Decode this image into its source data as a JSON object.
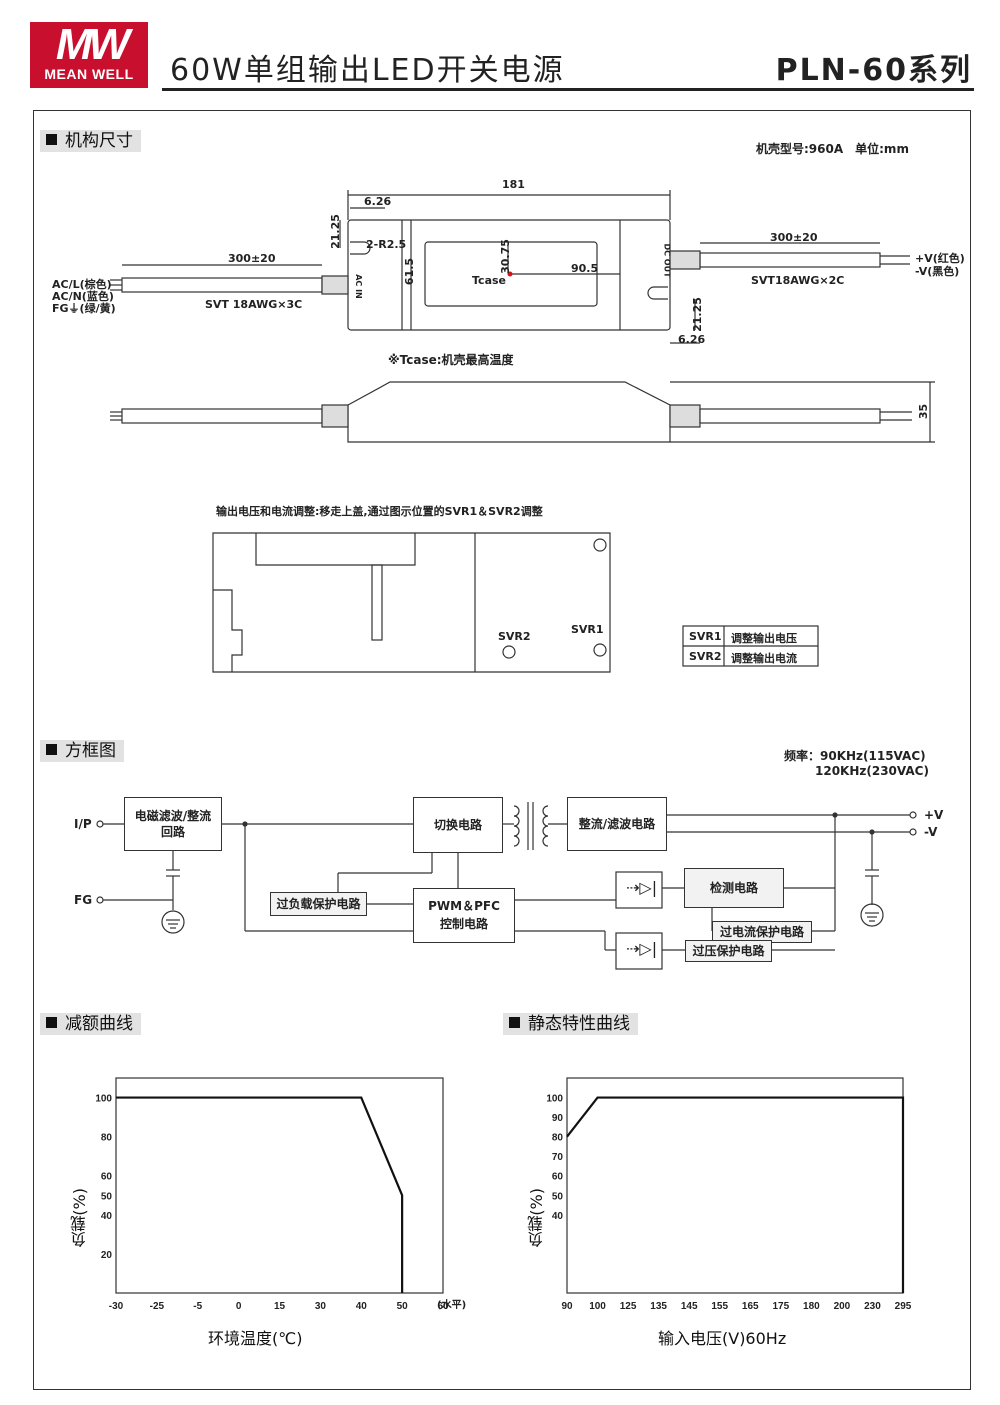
{
  "header": {
    "logo_mark": "MW",
    "logo_text": "MEAN WELL",
    "title": "60W单组输出LED开关电源",
    "series": "PLN-60系列"
  },
  "mechanical": {
    "section_title": "机构尺寸",
    "case_info": "机壳型号:960A　单位:mm",
    "dims": {
      "length": "181",
      "d626_top": "6.26",
      "d2125_left": "21.25",
      "r25": "2-R2.5",
      "d3075": "30.75",
      "d615": "61.5",
      "d905": "90.5",
      "cable_in": "300±20",
      "cable_out": "300±20",
      "d2125_right": "21.25",
      "d626_bottom": "6.26",
      "height": "35"
    },
    "labels": {
      "tcase": "Tcase",
      "acl": "AC/L(棕色)",
      "acn": "AC/N(蓝色)",
      "fg": "FG⏚(绿/黄)",
      "svt_in": "SVT 18AWG×3C",
      "svt_out": "SVT18AWG×2C",
      "vplus": "+V(红色)",
      "vminus": "-V(黑色)",
      "ac_in": "AC IN",
      "dc_out": "DC OUT",
      "tcase_note": "※Tcase:机壳最高温度"
    },
    "adjust_note": "输出电压和电流调整:移走上盖,通过图示位置的SVR1＆SVR2调整",
    "svr1_label": "SVR1",
    "svr2_label": "SVR2",
    "svr_table": [
      {
        "name": "SVR1",
        "desc": "调整输出电压"
      },
      {
        "name": "SVR2",
        "desc": "调整输出电流"
      }
    ]
  },
  "block": {
    "section_title": "方框图",
    "freq_line1": "频率：90KHz(115VAC)",
    "freq_line2": "120KHz(230VAC)",
    "ip": "I/P",
    "fg": "FG",
    "emi": "电磁滤波/整流\n回路",
    "switching": "切换电路",
    "rectifier": "整流/滤波电路",
    "olp": "过负载保护电路",
    "pwm": "PWM＆PFC\n控制电路",
    "detect": "检测电路",
    "ocp": "过电流保护电路",
    "ovp": "过压保护电路",
    "vplus": "+V",
    "vminus": "-V"
  },
  "derating": {
    "section_title": "减额曲线",
    "xlabel": "环境温度(℃)",
    "ylabel": "负载(%)",
    "x_note": "(水平)"
  },
  "static": {
    "section_title": "静态特性曲线",
    "xlabel": "输入电压(V)60Hz",
    "ylabel": "负载(%)"
  },
  "chart_data": [
    {
      "type": "line",
      "title": "减额曲线",
      "xlabel": "环境温度(℃)",
      "ylabel": "负载(%)",
      "x_ticks": [
        "-30",
        "-25",
        "-5",
        "0",
        "15",
        "30",
        "40",
        "50",
        "60"
      ],
      "y_ticks": [
        100,
        80,
        60,
        50,
        40,
        20
      ],
      "series": [
        {
          "x_index": [
            0,
            6,
            7,
            7
          ],
          "y": [
            100,
            100,
            50,
            0
          ]
        }
      ]
    },
    {
      "type": "line",
      "title": "静态特性曲线",
      "xlabel": "输入电压(V)60Hz",
      "ylabel": "负载(%)",
      "x_ticks": [
        "90",
        "100",
        "125",
        "135",
        "145",
        "155",
        "165",
        "175",
        "180",
        "200",
        "230",
        "295"
      ],
      "y_ticks": [
        100,
        90,
        80,
        70,
        60,
        50,
        40
      ],
      "series": [
        {
          "x_index": [
            0,
            1,
            11,
            11
          ],
          "y": [
            80,
            100,
            100,
            0
          ]
        }
      ]
    }
  ]
}
